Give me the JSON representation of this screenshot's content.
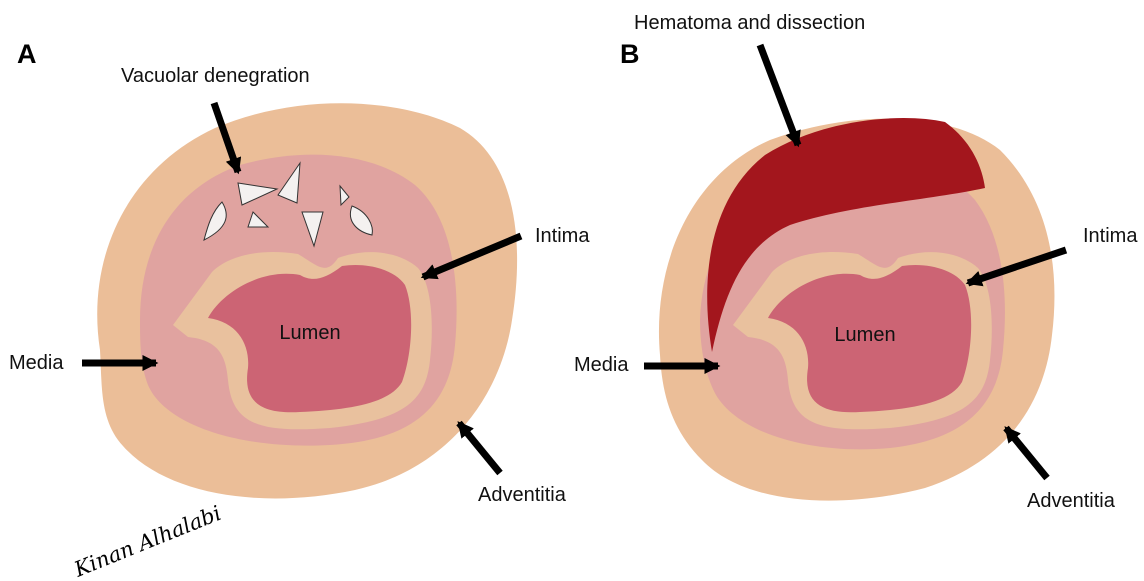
{
  "colors": {
    "adventitia": "#EBBE98",
    "media": "#E0A3A0",
    "intima": "#E9C19E",
    "lumen": "#CC6474",
    "hematoma": "#A3161D",
    "vacuole": "#F4F1F0",
    "arrow": "#000000",
    "text": "#111111"
  },
  "panels": [
    {
      "letter": "A",
      "labels": {
        "lumen": "Lumen",
        "intima": "Intima",
        "media": "Media",
        "adventitia": "Adventitia",
        "top": "Vacuolar denegration"
      }
    },
    {
      "letter": "B",
      "labels": {
        "lumen": "Lumen",
        "intima": "Intima",
        "media": "Media",
        "adventitia": "Adventitia",
        "top": "Hematoma and dissection"
      }
    }
  ],
  "signature": "Kinan Alhalabi"
}
